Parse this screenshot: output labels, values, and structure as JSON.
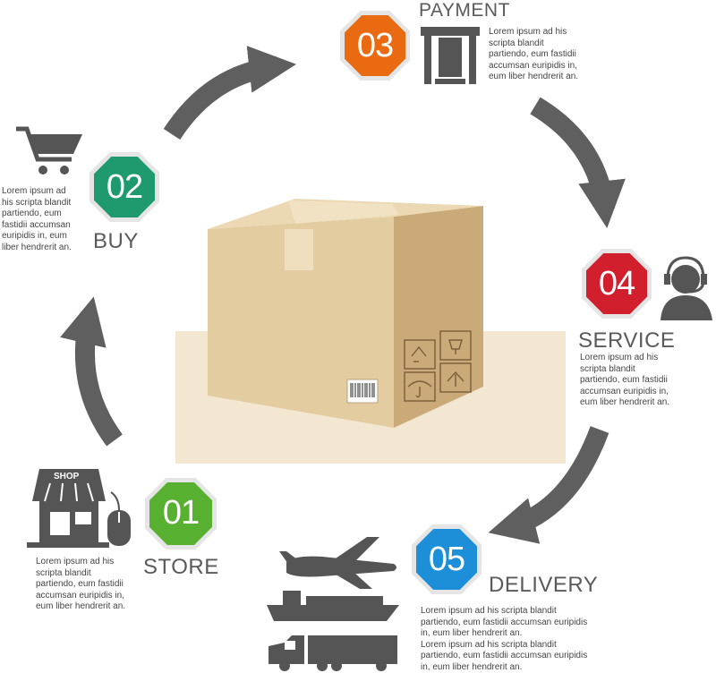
{
  "steps": [
    {
      "number": "01",
      "title": "STORE",
      "color": "#58b030",
      "icon": "shop-icon",
      "shop_sign": "SHOP",
      "text": "Lorem ipsum ad his\nscripta blandit\npartiendo, eum fastidii\naccumsan euripidis in,\neum liber hendrerit an."
    },
    {
      "number": "02",
      "title": "BUY",
      "color": "#1f9a6e",
      "icon": "shopping-cart-icon",
      "text": "Lorem ipsum ad\nhis scripta blandit\npartiendo, eum\nfastidii accumsan\neuripidis in, eum\nliber hendrerit an."
    },
    {
      "number": "03",
      "title": "PAYMENT",
      "color": "#ea6a12",
      "icon": "atm-card-icon",
      "text": "Lorem ipsum ad his\nscripta blandit\npartiendo, eum fastidii\naccumsan euripidis in,\neum liber hendrerit an."
    },
    {
      "number": "04",
      "title": "SERVICE",
      "color": "#d21f2e",
      "icon": "headset-operator-icon",
      "text": "Lorem ipsum ad his\nscripta blandit\npartiendo, eum fastidii\naccumsan euripidis in,\neum liber hendrerit an."
    },
    {
      "number": "05",
      "title": "DELIVERY",
      "color": "#1d8ed8",
      "icon": "airplane-ship-truck-icons",
      "text": "Lorem ipsum ad his scripta blandit\npartiendo, eum fastidii accumsan euripidis\nin, eum liber hendrerit an.\nLorem ipsum ad his scripta blandit\npartiendo, eum fastidii accumsan euripidis\nin, eum liber hendrerit an."
    }
  ],
  "colors": {
    "arrow": "#5f5f5f",
    "icon": "#555555",
    "box": "#dcc49a"
  }
}
